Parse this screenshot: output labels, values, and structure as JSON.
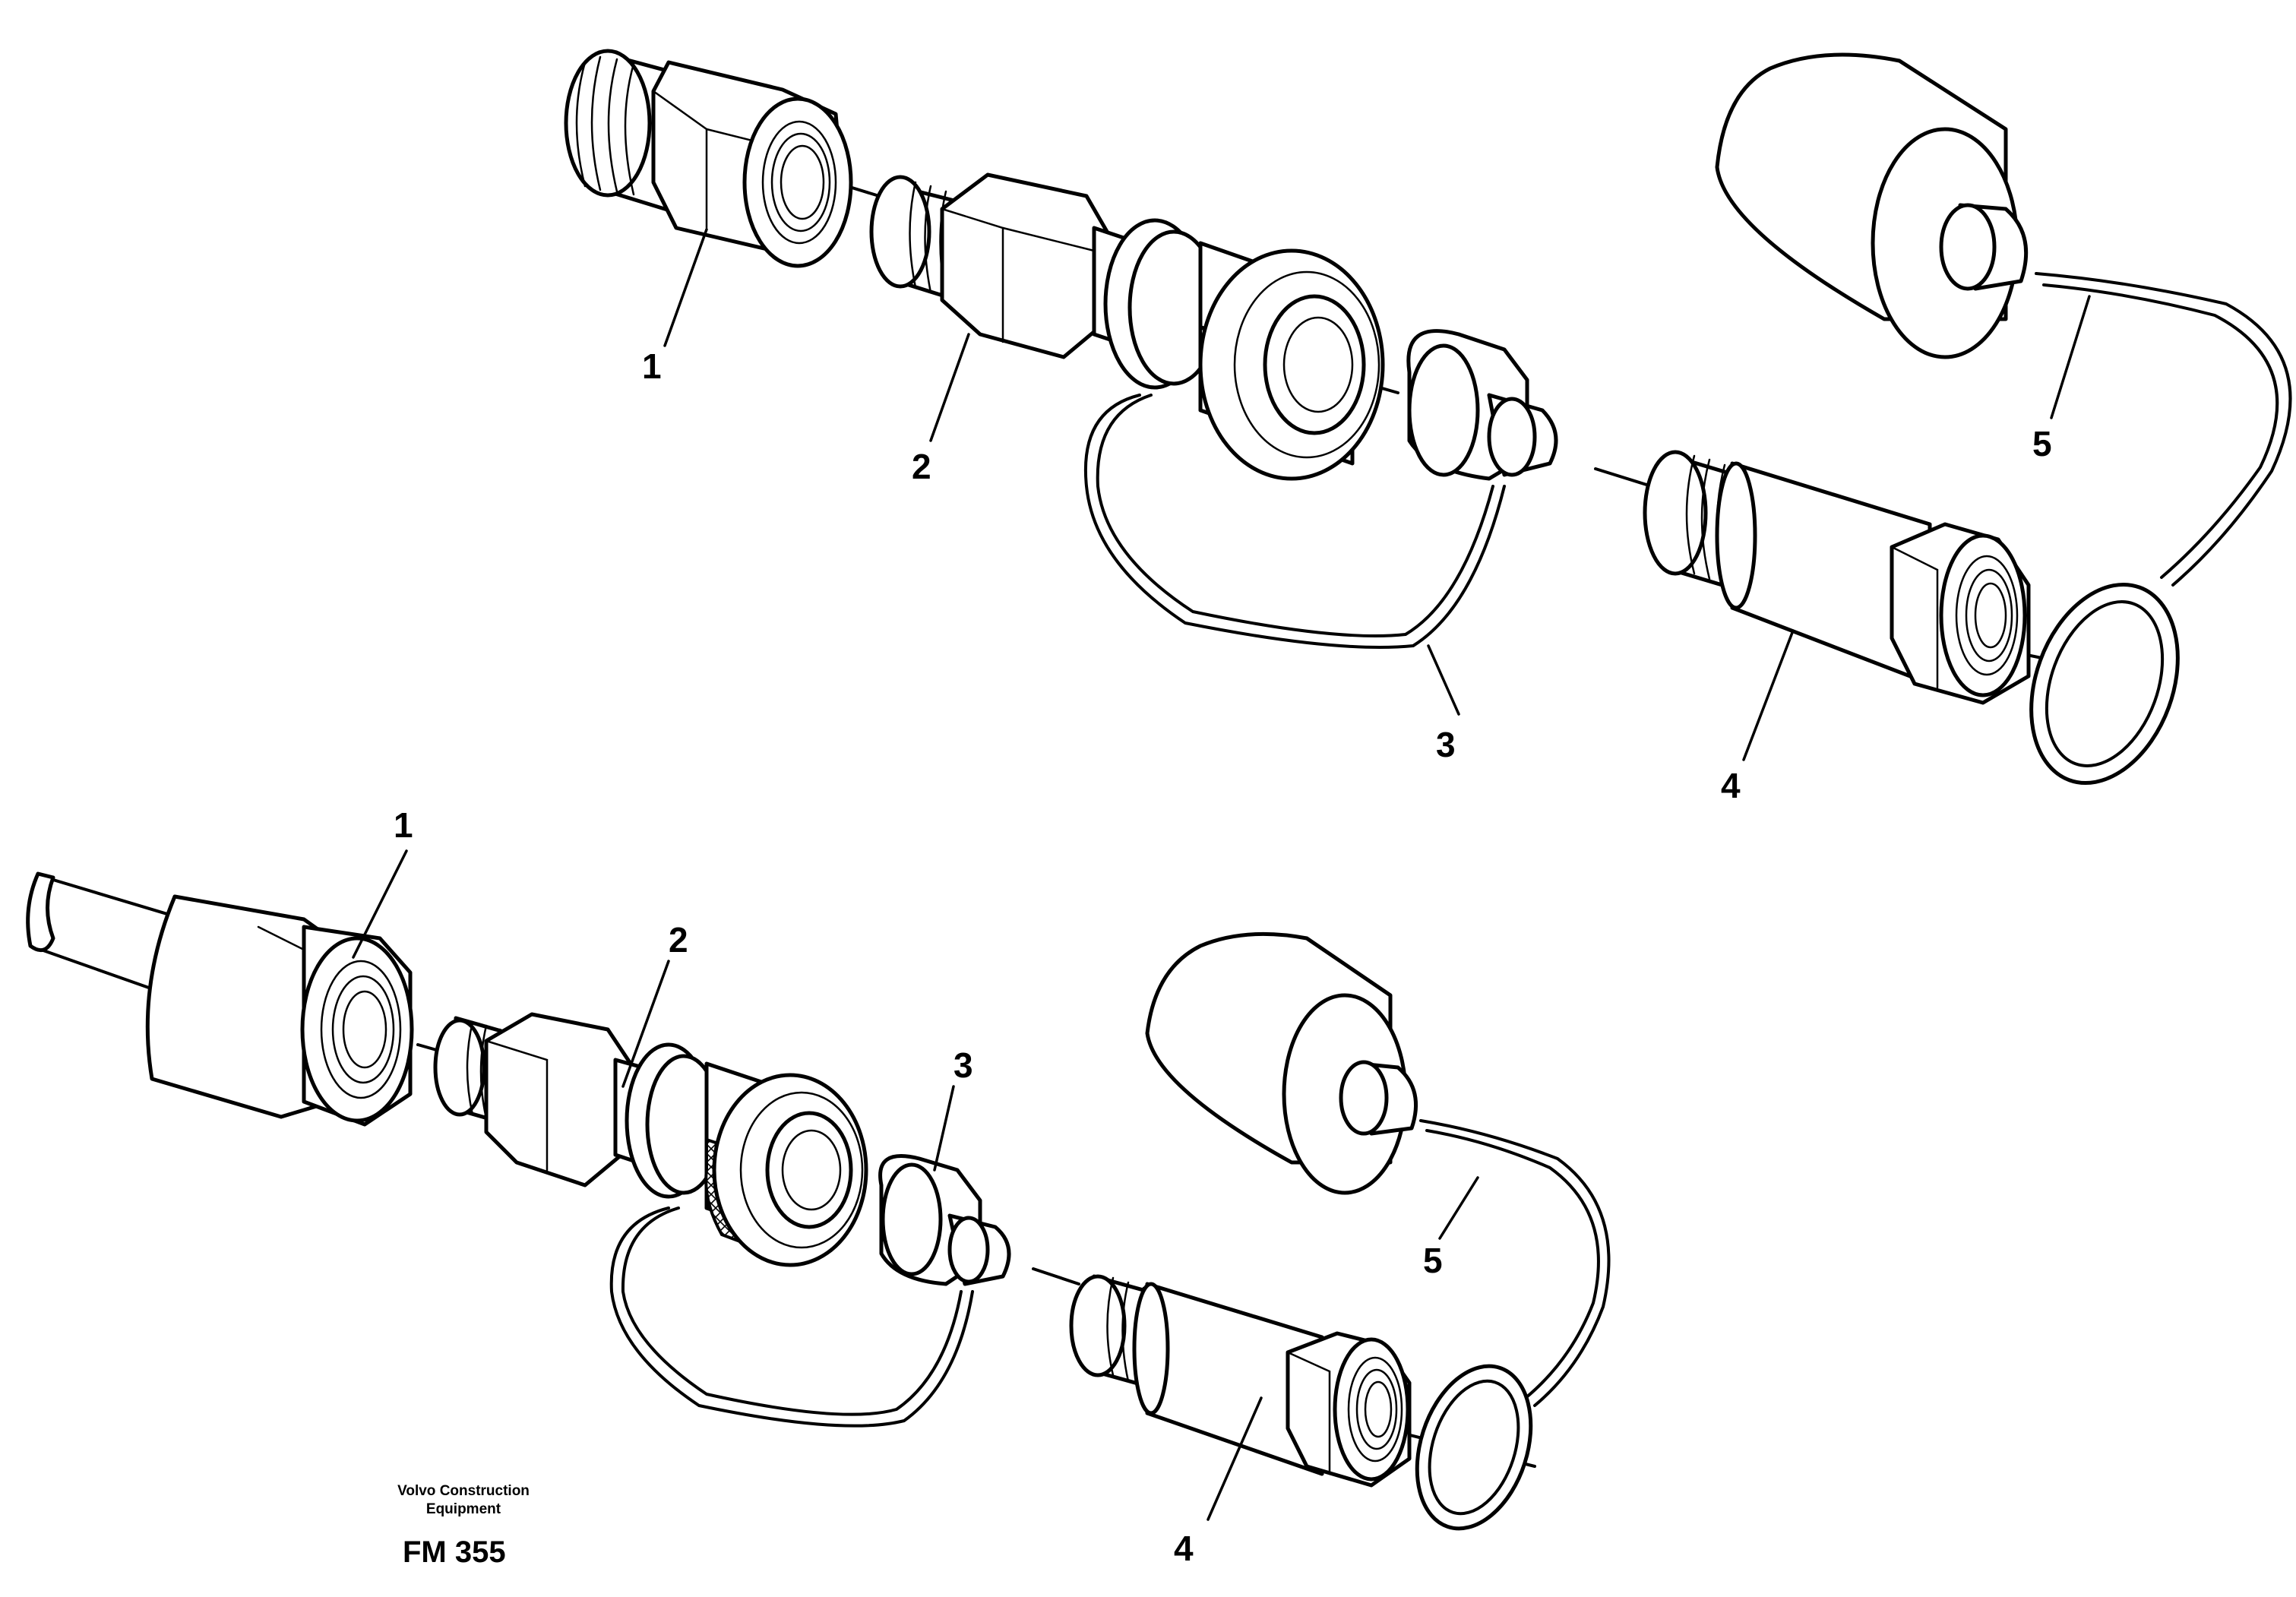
{
  "labels": {
    "top_1": "1",
    "top_2": "2",
    "top_3": "3",
    "top_4": "4",
    "top_5": "5",
    "bottom_1": "1",
    "bottom_2": "2",
    "bottom_3": "3",
    "bottom_4": "4",
    "bottom_5": "5"
  },
  "credit": {
    "line1": "Volvo Construction",
    "line2": "Equipment"
  },
  "figure_code": "FM 355"
}
